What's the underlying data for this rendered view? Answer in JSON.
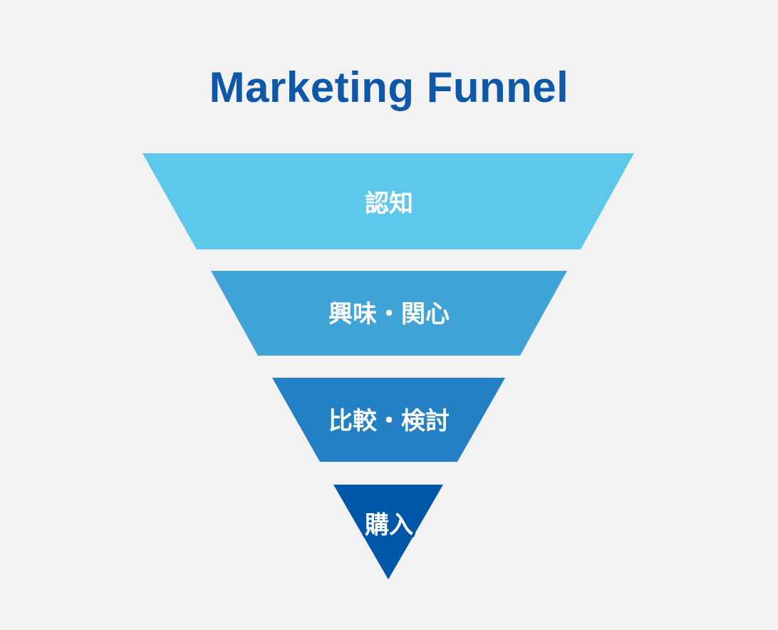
{
  "title": "Marketing Funnel",
  "stages": [
    {
      "label": "認知",
      "color": "#5ec8ea"
    },
    {
      "label": "興味・関心",
      "color": "#41a4d6"
    },
    {
      "label": "比較・検討",
      "color": "#2380c4"
    },
    {
      "label": "購入",
      "color": "#0057a8"
    }
  ]
}
